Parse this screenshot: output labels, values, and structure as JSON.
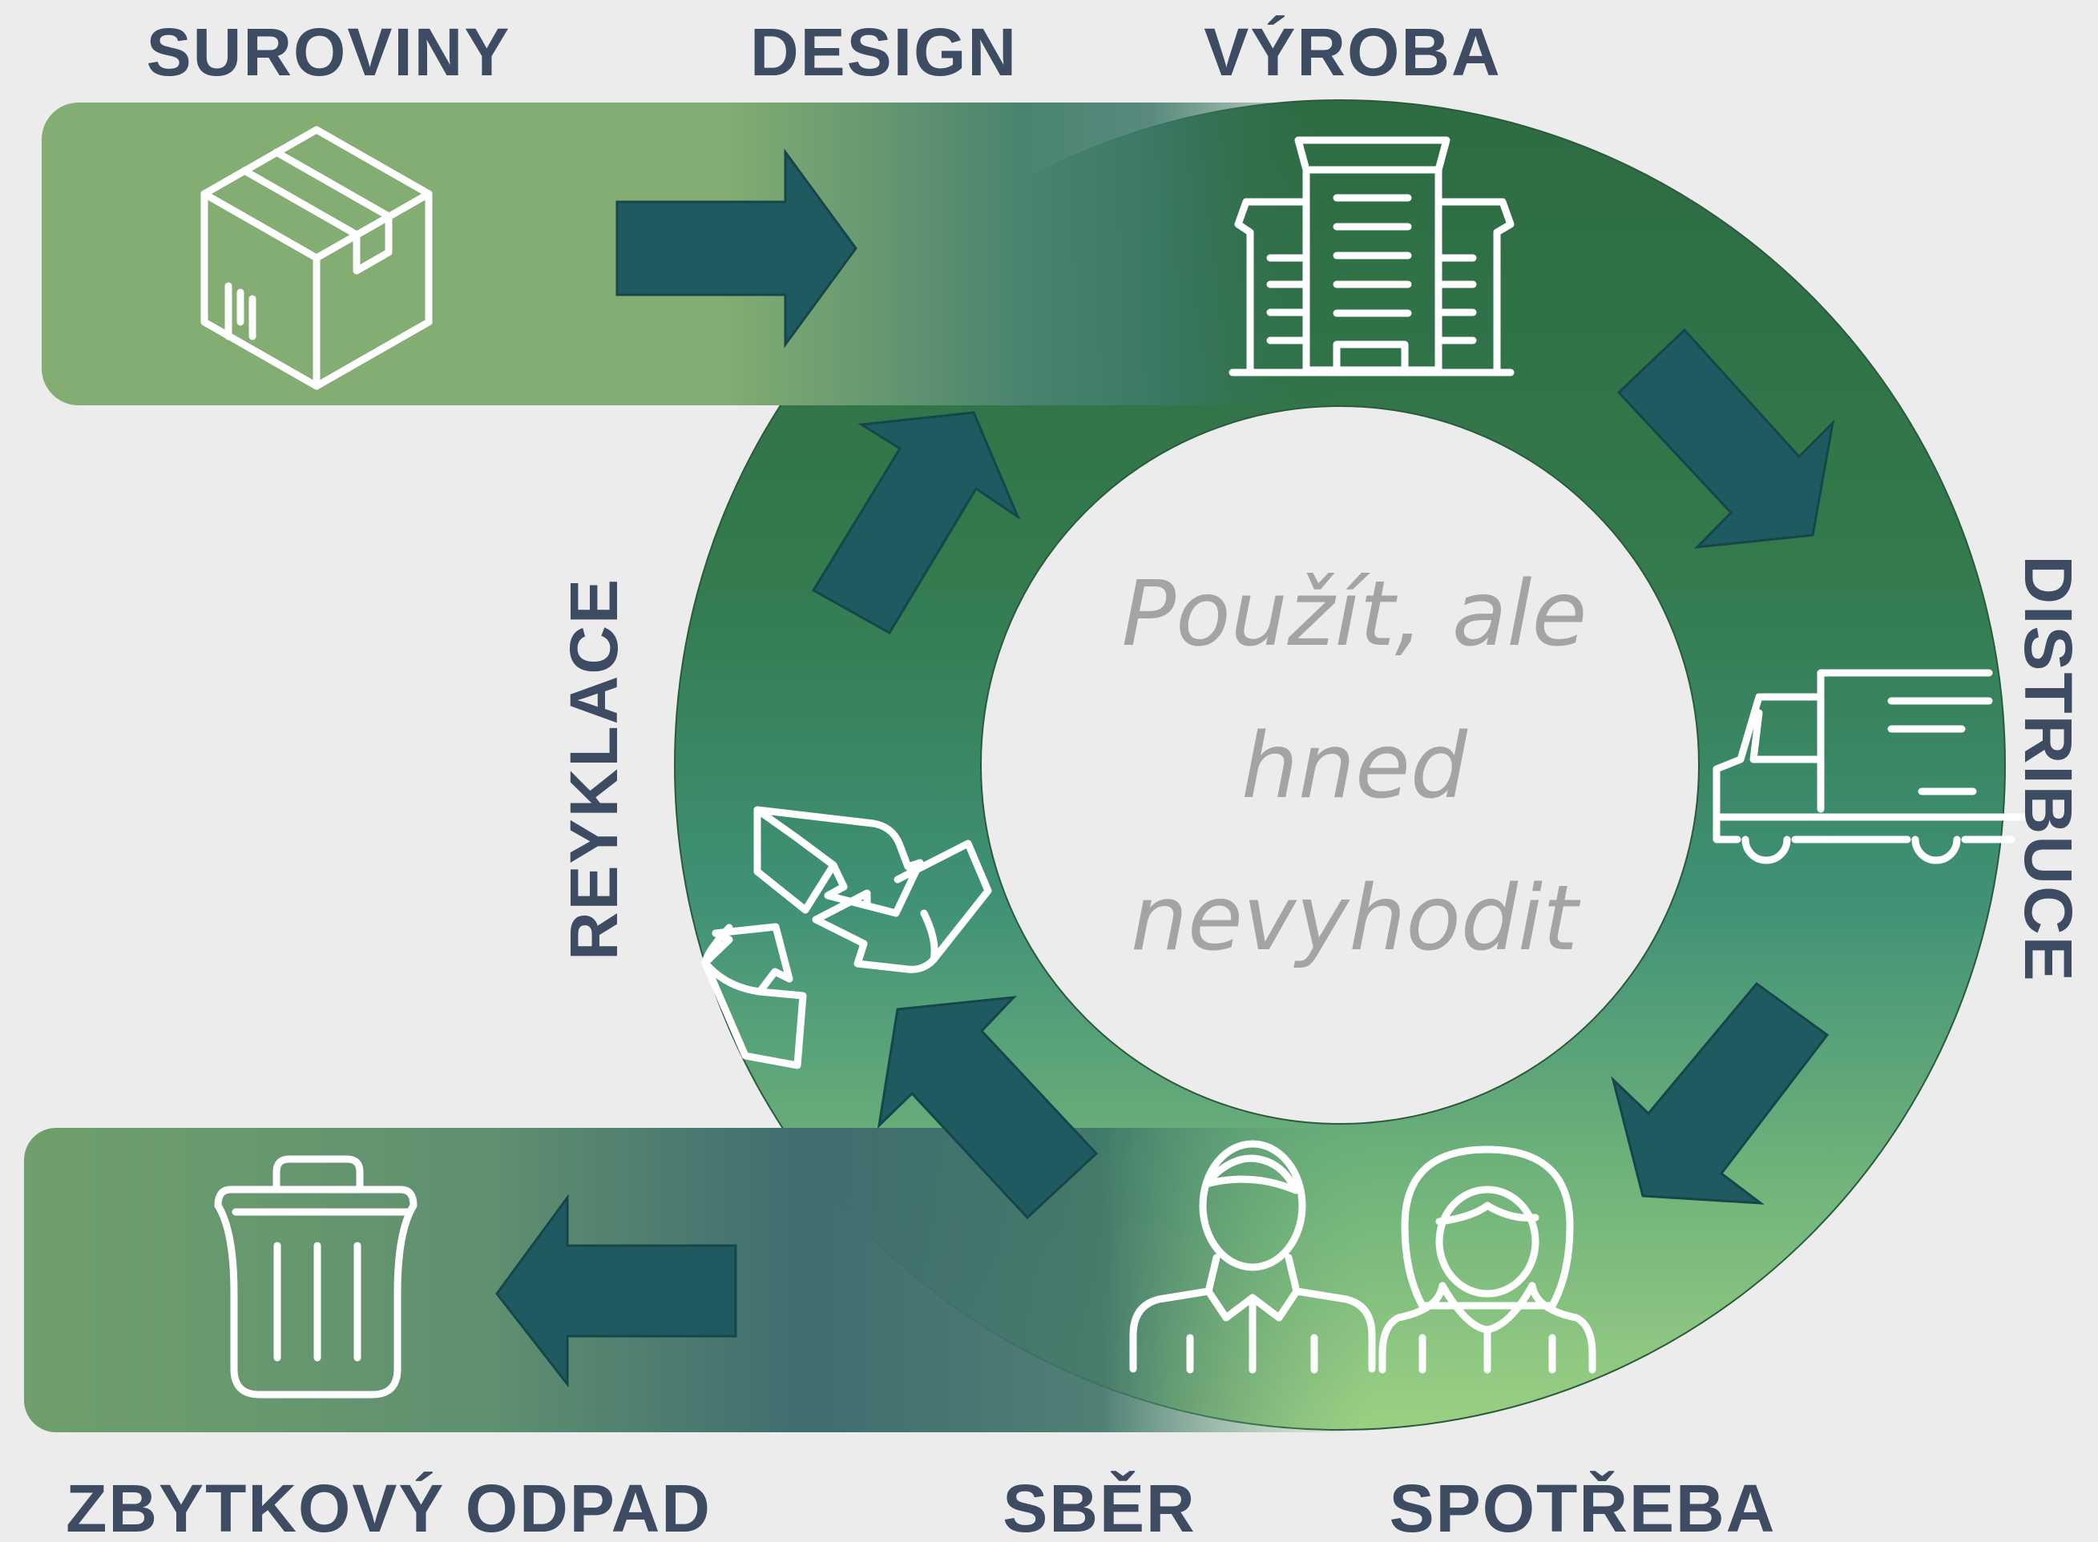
{
  "labels": {
    "raw_materials": "SUROVINY",
    "design": "DESIGN",
    "production": "VÝROBA",
    "distribution": "DISTRIBUCE",
    "consumption": "SPOTŘEBA",
    "collection": "SBĚR",
    "recycling": "REYKLACE",
    "residual_waste": "ZBYTKOVÝ ODPAD"
  },
  "center": {
    "line1": "Použít, ale",
    "line2": "hned",
    "line3": "nevyhodit"
  },
  "colors": {
    "background": "#ececec",
    "label_text": "#3d4b63",
    "center_text": "#a4a4a4",
    "ring_dark": "#2e6b42",
    "ring_mid": "#3f9176",
    "ring_light": "#9bd083",
    "band_green": "#83ad72",
    "arrow": "#1f5a61",
    "icon": "#ffffff"
  },
  "icons": {
    "raw_materials": "box-icon",
    "production": "factory-building-icon",
    "distribution": "truck-icon",
    "consumption": "people-icon",
    "recycling": "recycle-icon",
    "residual_waste": "trash-bin-icon"
  }
}
